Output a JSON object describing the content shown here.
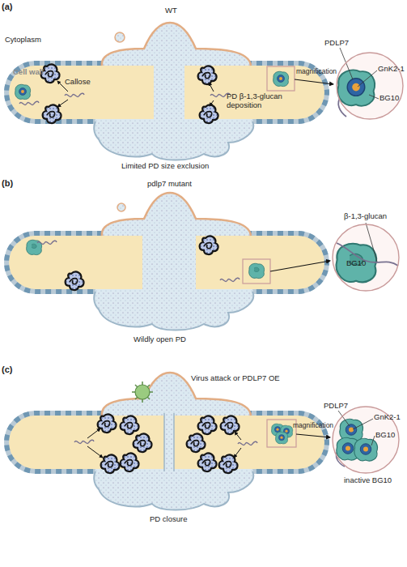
{
  "diagram": {
    "nodes": [
      {
        "text": [
          "PDLP7",
          "GnK2-1",
          "BG10"
        ]
      },
      {
        "text": [
          "β-1,3-glucan",
          "BG10"
        ]
      },
      {
        "text": [
          "PDLP7",
          "GnK2-1",
          "BG10",
          "inactive BG10"
        ]
      }
    ],
    "labels": [
      "(a)",
      "WT",
      "Cytoplasm",
      "Cell wall",
      "Callose",
      "PD β-1,3-glucan deposition",
      "magnification",
      "Limited PD size exclusion",
      "(b)",
      "pdlp7 mutant",
      "Wildly open PD",
      "(c)",
      "Virus attack or PDLP7 OE",
      "magnification",
      "PD closure"
    ]
  }
}
